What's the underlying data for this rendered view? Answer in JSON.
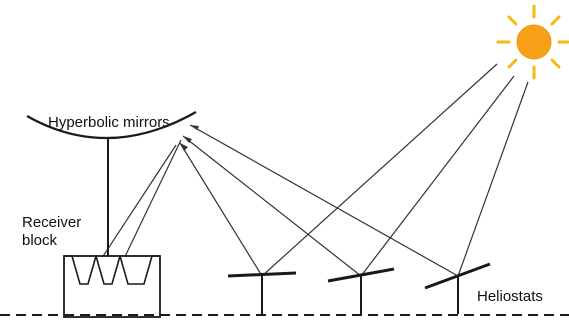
{
  "labels": {
    "mirrors": "Hyperbolic mirrors",
    "receiver_line1": "Receiver",
    "receiver_line2": "block",
    "heliostats": "Heliostats"
  },
  "colors": {
    "sun_fill": "#f7a11a",
    "sun_rays": "#f5b90f",
    "stroke": "#1a1a1a",
    "ray_lines": "#333333"
  },
  "icons": {
    "sun": "sun-icon"
  }
}
